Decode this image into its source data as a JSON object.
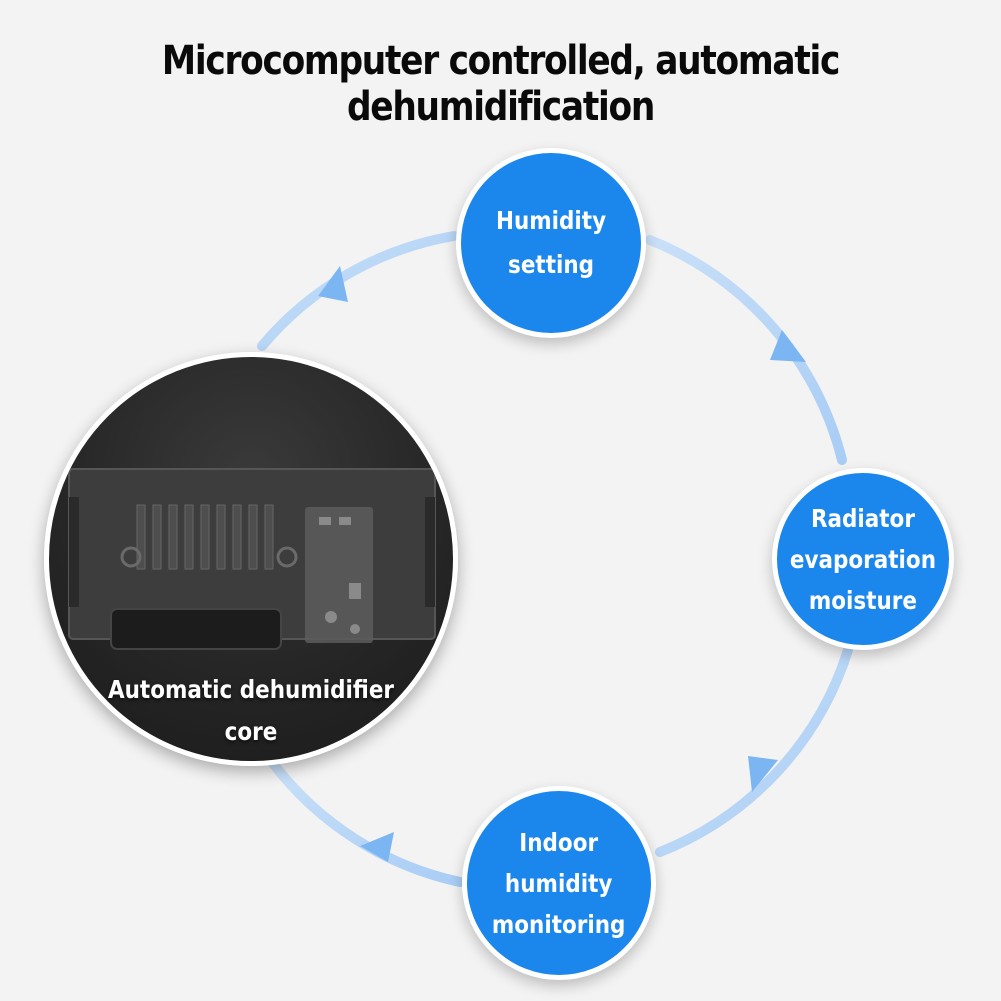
{
  "title": "Microcomputer controlled, automatic dehumidification",
  "nodes": {
    "humidity_setting": "Humidity\nsetting",
    "radiator": "Radiator\nevaporation\nmoisture",
    "indoor_monitoring": "Indoor\nhumidity\nmonitoring",
    "core": "Automatic dehumidifier\ncore"
  },
  "colors": {
    "node_fill": "#1b86ec",
    "ring": "#b9d7f7",
    "arrow": "#88bdf4",
    "background": "#f3f3f3"
  }
}
